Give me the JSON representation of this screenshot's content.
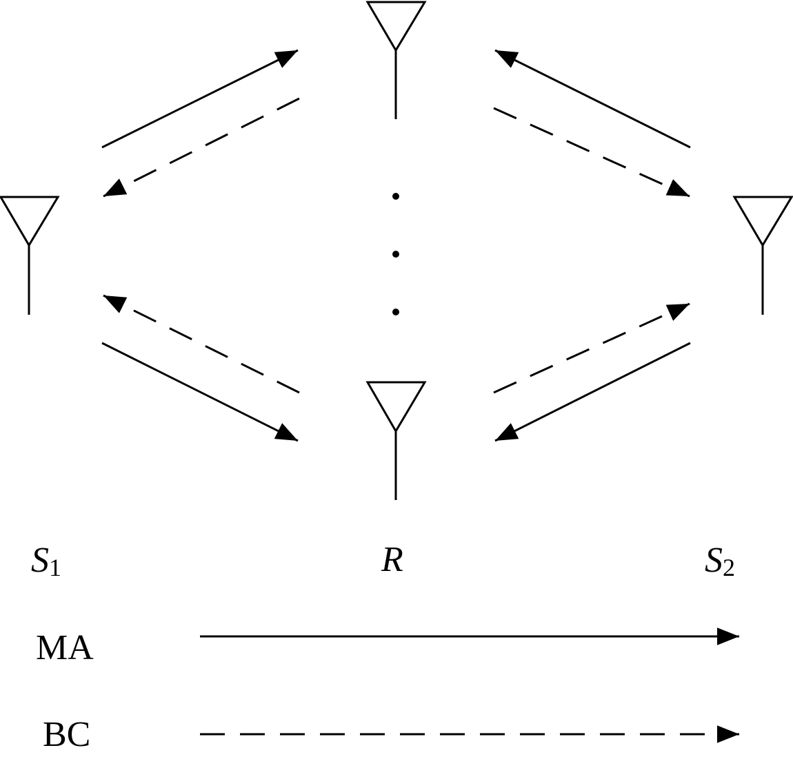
{
  "nodes": {
    "s1": {
      "label": "S",
      "subscript": "1"
    },
    "relay": {
      "label": "R"
    },
    "s2": {
      "label": "S",
      "subscript": "2"
    }
  },
  "legend": {
    "ma": {
      "label": "MA",
      "style": "solid"
    },
    "bc": {
      "label": "BC",
      "style": "dashed"
    }
  },
  "colors": {
    "stroke": "#000000",
    "background": "#ffffff"
  }
}
